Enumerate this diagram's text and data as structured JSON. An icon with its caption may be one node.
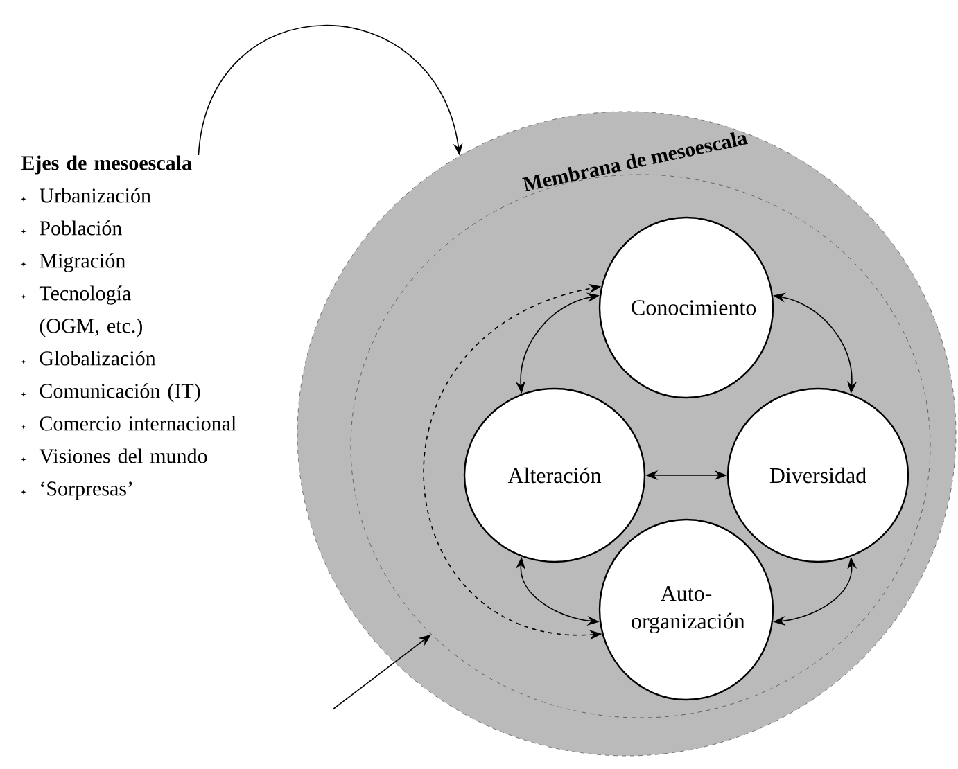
{
  "diagram": {
    "nodes": [
      {
        "text": [
          "Ejes de mesoescala",
          "Urbanización",
          "Población",
          "Migración",
          "Tecnología (OGM, etc.)",
          "Globalización",
          "Comunicación (IT)",
          "Comercio internacional",
          "Visiones del mundo",
          "‘Sorpresas’"
        ]
      },
      {
        "text": [
          "Membrana de mesoescala"
        ]
      },
      {
        "text": [],
        "shape": "circle",
        "in": 1
      },
      {
        "text": [
          "Conocimiento"
        ],
        "in": 2
      },
      {
        "text": [
          "Alteración"
        ],
        "in": 2
      },
      {
        "text": [
          "Diversidad"
        ],
        "in": 2
      },
      {
        "text": [
          "Auto-organización"
        ],
        "in": 2
      }
    ],
    "edges": [
      {
        "from": 0,
        "to": 1,
        "arrow": "to"
      },
      {
        "from": 3,
        "to": 4,
        "arrow": "both"
      },
      {
        "from": 3,
        "to": 5,
        "arrow": "both"
      },
      {
        "from": 4,
        "to": 5,
        "arrow": "both"
      },
      {
        "from": 4,
        "to": 6,
        "arrow": "both"
      },
      {
        "from": 5,
        "to": 6,
        "arrow": "both"
      },
      {
        "from": 6,
        "to": 3,
        "arrow": "both",
        "style": "dashed"
      },
      {
        "from": null,
        "to": 2,
        "arrow": "to"
      }
    ]
  }
}
